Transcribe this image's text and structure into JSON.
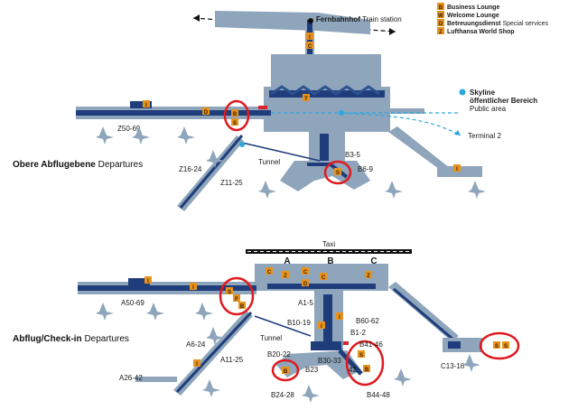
{
  "legend": [
    {
      "code": "B",
      "bold": "Business Lounge",
      "rest": ""
    },
    {
      "code": "W",
      "bold": "Welcome Lounge",
      "rest": ""
    },
    {
      "code": "D",
      "bold": "Betreuungsdienst",
      "rest": " Special services"
    },
    {
      "code": "Z",
      "bold": "Lufthansa World Shop",
      "rest": ""
    }
  ],
  "train": {
    "bold": "Fernbahnhof",
    "rest": " Train station"
  },
  "skyline": {
    "line1": "Skyline",
    "line2": "öffentlicher Bereich",
    "line3": "Public area"
  },
  "terminal2": "Terminal 2",
  "upper": {
    "title_bold": "Obere Abflugebene",
    "title_rest": " Departures",
    "labels": {
      "z50_69": "Z50-69",
      "z16_24": "Z16-24",
      "z11_25": "Z11-25",
      "tunnel": "Tunnel",
      "b3_5": "B3-5",
      "b6_9": "B6-9"
    }
  },
  "lower": {
    "title_bold": "Abflug/Check-in",
    "title_rest": " Departures",
    "taxi": "Taxi",
    "halls": {
      "a": "A",
      "b": "B",
      "c": "C"
    },
    "labels": {
      "a50_69": "A50-69",
      "a1_5": "A1-5",
      "b10_19": "B10-19",
      "b60_62": "B60-62",
      "a6_24": "A6-24",
      "tunnel": "Tunnel",
      "b1_2": "B1-2",
      "b41_46": "B41-46",
      "a11_25": "A11-25",
      "b20_22": "B20-22",
      "b23": "B23",
      "b30_33": "B30-33",
      "b42": "42",
      "c13_16": "C13-16",
      "a26_42": "A26-42",
      "b24_28": "B24-28",
      "b44_48": "B44-48"
    }
  },
  "colors": {
    "building": "#8ea5bb",
    "walkway": "#1f3d7a",
    "badge": "#e8921c",
    "highlight": "#e0191f",
    "skyline": "#2aa7df",
    "red_door": "#d9232d"
  }
}
